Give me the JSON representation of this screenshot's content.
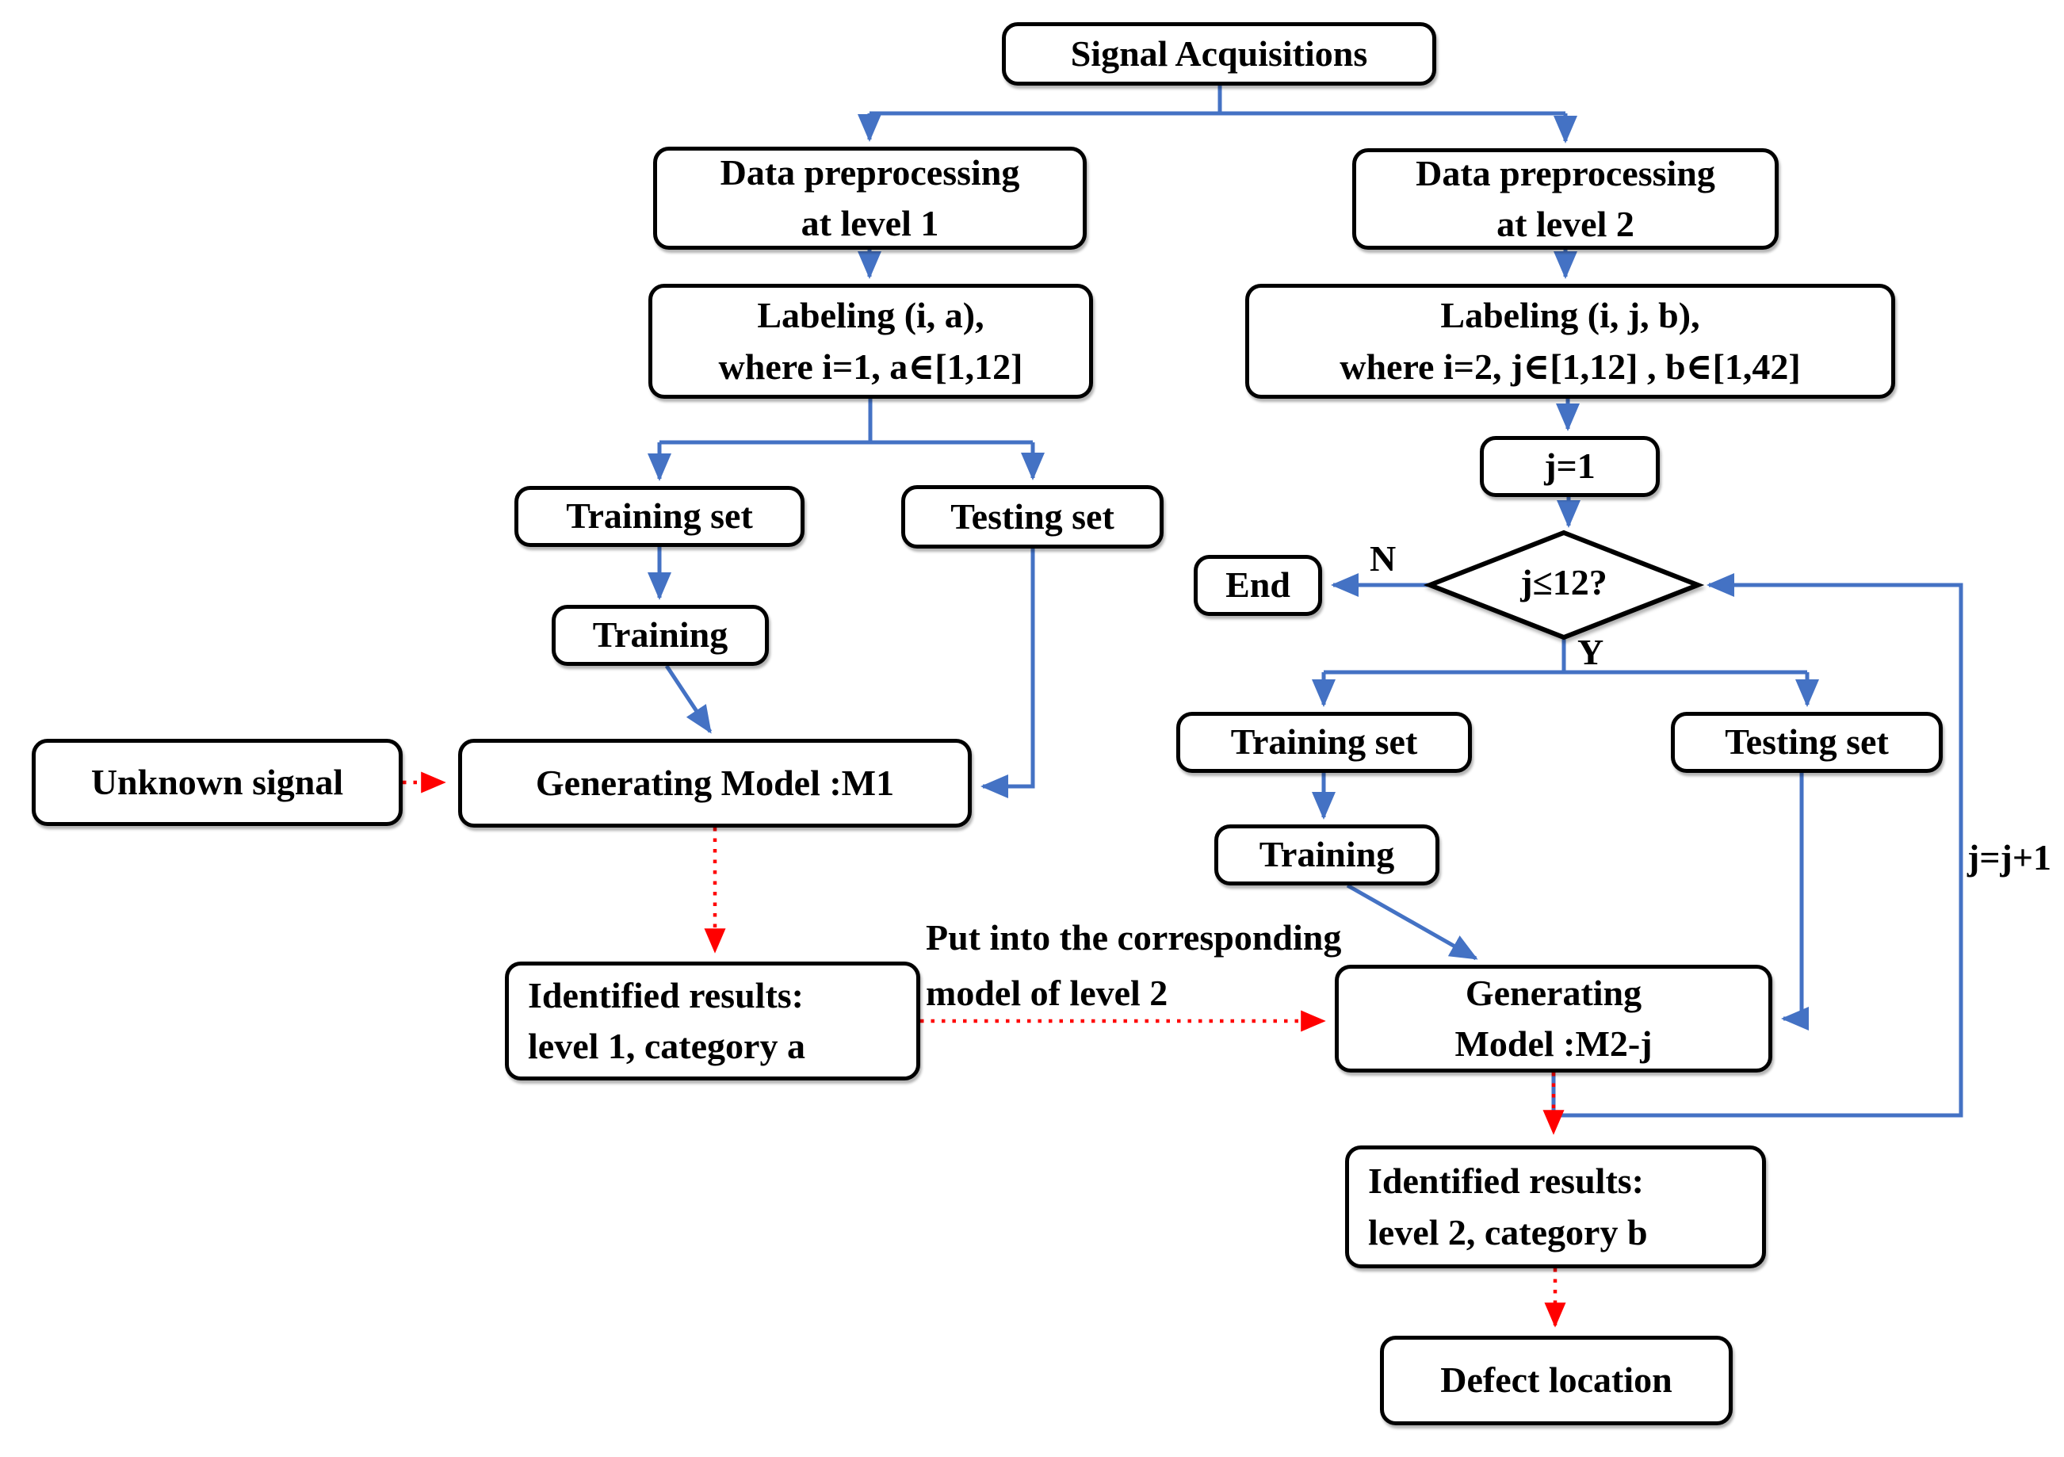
{
  "diagram": {
    "nodes": {
      "signal_acquisitions": {
        "label": "Signal Acquisitions"
      },
      "preprocess_level1": {
        "line1": "Data preprocessing",
        "line2": "at level 1"
      },
      "labeling_level1": {
        "line1": "Labeling (i, a),",
        "line2": "where i=1, a∈[1,12]"
      },
      "training_set_l1": {
        "label": "Training set"
      },
      "testing_set_l1": {
        "label": "Testing set"
      },
      "training_l1": {
        "label": "Training"
      },
      "unknown_signal": {
        "label": "Unknown signal"
      },
      "model_m1": {
        "label": "Generating Model :M1"
      },
      "identified_l1": {
        "line1": "Identified results:",
        "line2": "level 1, category a"
      },
      "preprocess_level2": {
        "line1": "Data preprocessing",
        "line2": "at level 2"
      },
      "labeling_level2": {
        "line1": "Labeling (i, j, b),",
        "line2": "where i=2, j∈[1,12] , b∈[1,42]"
      },
      "j_init": {
        "label": "j=1"
      },
      "j_condition": {
        "label": "j≤12?"
      },
      "end": {
        "label": "End"
      },
      "training_set_l2": {
        "label": "Training set"
      },
      "testing_set_l2": {
        "label": "Testing set"
      },
      "training_l2": {
        "label": "Training"
      },
      "model_m2j": {
        "line1": "Generating",
        "line2": "Model :M2-j"
      },
      "identified_l2": {
        "line1": "Identified results:",
        "line2": "level 2, category b"
      },
      "defect_location": {
        "label": "Defect location"
      }
    },
    "edge_labels": {
      "no": "N",
      "yes": "Y",
      "increment": "j=j+1",
      "put_into_line1": "Put into the corresponding",
      "put_into_line2": "model of level 2"
    },
    "colors": {
      "flow_line": "#4472c4",
      "dotted_line": "#ff0000",
      "node_border": "#000000",
      "node_fill": "#ffffff",
      "text": "#000000",
      "background": "#ffffff"
    }
  }
}
